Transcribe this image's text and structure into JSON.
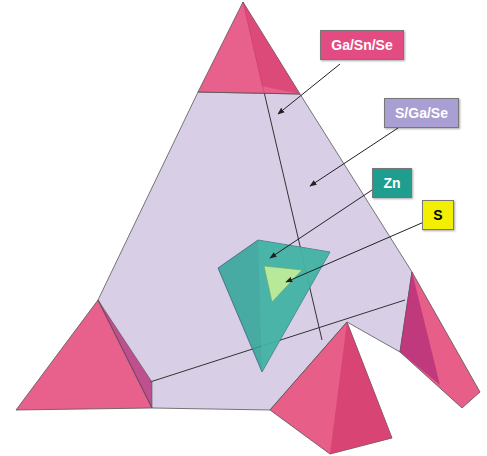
{
  "diagram": {
    "nodes": [
      {
        "text": [
          "Ga/Sn/Se"
        ]
      },
      {
        "text": [
          "S/Ga/Se"
        ]
      },
      {
        "text": [
          "Zn"
        ]
      },
      {
        "text": [
          "S"
        ]
      }
    ]
  }
}
